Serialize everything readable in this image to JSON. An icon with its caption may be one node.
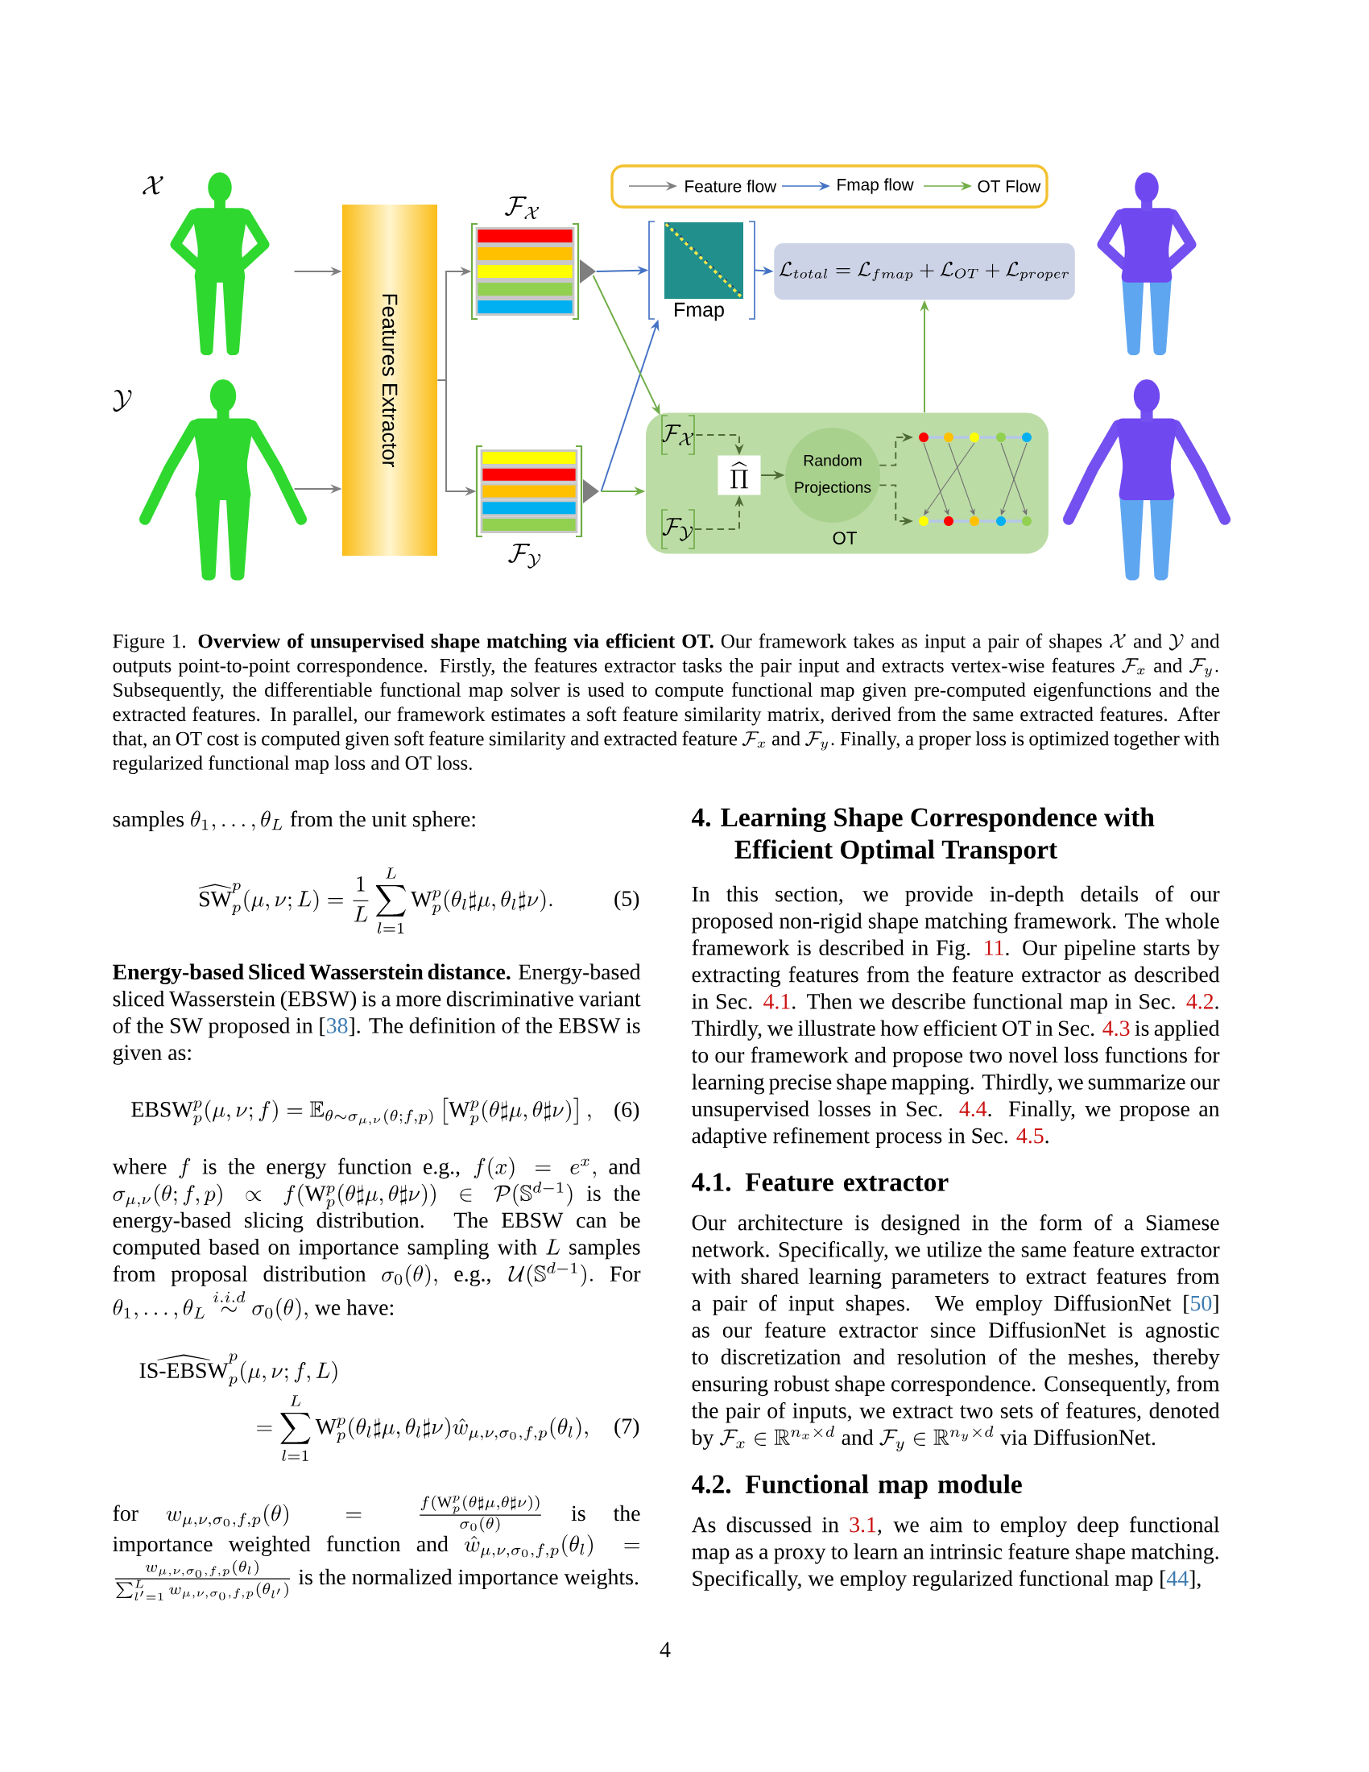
{
  "diagram": {
    "nodes": [
      {
        "text": [],
        "shape": "picture",
        "beside": [
          "\\mathcal{X}"
        ]
      },
      {
        "text": [],
        "shape": "picture",
        "beside": [
          "\\mathcal{Y}"
        ]
      },
      {
        "text": [
          "Features Extractor"
        ]
      },
      {
        "text": [
          "\\mathcal{F}_{\\mathcal{X}}"
        ]
      },
      {
        "text": [
          "\\mathcal{F}_{\\mathcal{Y}}"
        ]
      },
      {
        "text": [
          "Fmap"
        ]
      },
      {
        "text": [
          "\\mathcal{L}_{total}=\\mathcal{L}_{fmap}+\\mathcal{L}_{OT}+\\mathcal{L}_{proper}"
        ]
      },
      {
        "text": [
          "OT"
        ]
      },
      {
        "text": [
          "\\mathcal{F}_{\\mathcal{X}}"
        ],
        "in": 7
      },
      {
        "text": [
          "\\mathcal{F}_{\\mathcal{Y}}"
        ],
        "in": 7
      },
      {
        "text": [
          "\\widehat{\\Pi}"
        ],
        "in": 7
      },
      {
        "text": [
          "Random Projections"
        ],
        "in": 7
      },
      {
        "text": [],
        "shape": "picture",
        "in": 7
      }
    ],
    "edges": [
      {
        "from": 0,
        "to": 2,
        "arrow": "to",
        "color": "#7f7f7f"
      },
      {
        "from": 1,
        "to": 2,
        "arrow": "to",
        "color": "#7f7f7f"
      },
      {
        "from": 2,
        "to": 3,
        "arrow": "to",
        "color": "#7f7f7f"
      },
      {
        "from": 2,
        "to": 4,
        "arrow": "to",
        "color": "#7f7f7f"
      },
      {
        "from": 3,
        "to": 5,
        "arrow": "to",
        "color": "#4472c4"
      },
      {
        "from": 4,
        "to": 5,
        "arrow": "to",
        "color": "#4472c4"
      },
      {
        "from": 3,
        "to": 8,
        "arrow": "to",
        "color": "#70ad47"
      },
      {
        "from": 4,
        "to": 7,
        "arrow": "to",
        "color": "#70ad47"
      },
      {
        "from": 5,
        "to": 6,
        "arrow": "to",
        "color": "#4472c4"
      },
      {
        "from": 7,
        "to": 6,
        "arrow": "to",
        "color": "#70ad47"
      },
      {
        "from": 8,
        "to": 10,
        "arrow": "to",
        "style": "dashed",
        "color": "#4f6b35"
      },
      {
        "from": 9,
        "to": 10,
        "arrow": "to",
        "style": "dashed",
        "color": "#4f6b35"
      },
      {
        "from": 10,
        "to": 11,
        "arrow": "to",
        "color": "#4f6b35"
      },
      {
        "from": 11,
        "to": 12,
        "arrow": "to",
        "style": "dashed",
        "color": "#4f6b35"
      },
      {
        "from": 11,
        "to": 12,
        "arrow": "to",
        "style": "dashed",
        "color": "#4f6b35"
      }
    ],
    "legend": [
      {
        "text": "Feature flow"
      },
      {
        "text": "Fmap flow"
      },
      {
        "text": "OT Flow"
      }
    ],
    "labels": [
      "Figure 1. **Overview of unsupervised shape matching via efficient OT.** Our framework takes as input a pair of shapes",
      "\\mathcal{X}",
      "and",
      "\\mathcal{Y}",
      "and outputs point-to-point correspondence. Firstly, the features extractor tasks the pair input and extracts vertex-wise features",
      "\\mathcal{F}_x",
      "and",
      "\\mathcal{F}_y.",
      "Subsequently, the differentiable functional map solver is used to compute functional map given pre-computed eigenfunctions and the extracted features. In parallel, our framework estimates a soft feature similarity matrix, derived from the same extracted features. After that, an OT cost is computed given soft feature similarity and extracted feature",
      "\\mathcal{F}_x",
      "and",
      "\\mathcal{F}_y.",
      "Finally, a proper loss is optimized together with regularized functional map loss and OT loss.",
      "samples",
      "\\theta_1,\\dots,\\theta_L",
      "from the unit sphere:",
      "\\widehat{\\mathrm{SW}}_p^p(\\mu,\\nu;L)=\\frac{1}{L}\\sum_{l=1}^{L}\\mathrm{W}_p^p(\\theta_l\\sharp\\mu,\\theta_l\\sharp\\nu).",
      "(5)",
      "**Energy-based Sliced Wasserstein distance.** Energy-based sliced Wasserstein (EBSW) is a more discriminative variant of the SW proposed in [",
      "38",
      "]. The definition of the EBSW is given as:",
      "\\mathrm{EBSW}_p^p(\\mu,\\nu;f)=\\mathbb{E}_{\\theta\\sim\\sigma_{\\mu,\\nu}(\\theta;f,p)}\\left[\\mathrm{W}_p^p(\\theta\\sharp\\mu,\\theta\\sharp\\nu)\\right],",
      "(6)",
      "where",
      "f",
      "is the energy function e.g.,",
      "f(x)=e^x,",
      "and",
      "\\sigma_{\\mu,\\nu}(\\theta;f,p)\\propto f(\\mathrm{W}_p^p(\\theta\\sharp\\mu,\\theta\\sharp\\nu))\\in\\mathcal{P}(\\mathbb{S}^{d-1})",
      "is the energy-based slicing distribution. The EBSW can be computed based on importance sampling with",
      "L",
      "samples from proposal distribution",
      "\\sigma_0(\\theta),",
      "e.g.,",
      "\\mathcal{U}(\\mathbb{S}^{d-1}).",
      "For",
      "\\theta_1,\\dots,\\theta_L\\overset{i.i.d}{\\sim}\\sigma_0(\\theta),",
      "we have:",
      "\\widehat{\\text{IS-EBSW}}_p^p(\\mu,\\nu;f,L)",
      "=\\sum_{l=1}^{L}\\mathrm{W}_p^p(\\theta_l\\sharp\\mu,\\theta_l\\sharp\\nu)\\hat{w}_{\\mu,\\nu,\\sigma_0,f,p}(\\theta_l),",
      "(7)",
      "for",
      "w_{\\mu,\\nu,\\sigma_0,f,p}(\\theta)=\\frac{f(\\mathrm{W}_p^p(\\theta\\sharp\\mu,\\theta\\sharp\\nu))}{\\sigma_0(\\theta)}",
      "is the importance weighted function and",
      "\\hat{w}_{\\mu,\\nu,\\sigma_0,f,p}(\\theta_l)=",
      "\\frac{w_{\\mu,\\nu,\\sigma_0,f,p}(\\theta_l)}{\\sum_{l'=1}^{L}w_{\\mu,\\nu,\\sigma_0,f,p}(\\theta_{l'})}",
      "is the normalized importance weights.",
      "4. Learning Shape Correspondence with Efficient Optimal Transport",
      "In this section, we provide in-depth details of our proposed non-rigid shape matching framework. The whole framework is described in Fig.",
      "11",
      ". Our pipeline starts by extracting features from the feature extractor as described in Sec.",
      "4.1",
      ". Then we describe functional map in Sec.",
      "4.2",
      ". Thirdly, we illustrate how efficient OT in Sec.",
      "4.3",
      "is applied to our framework and propose two novel loss functions for learning precise shape mapping. Thirdly, we summarize our unsupervised losses in Sec.",
      "4.4",
      ". Finally, we propose an adaptive refinement process in Sec.",
      "4.5",
      ".",
      "4.1. Feature extractor",
      "Our architecture is designed in the form of a Siamese network. Specifically, we utilize the same feature extractor with shared learning parameters to extract features from a pair of input shapes. We employ DiffusionNet [",
      "50",
      "] as our feature extractor since DiffusionNet is agnostic to discretization and resolution of the meshes, thereby ensuring robust shape correspondence. Consequently, from the pair of inputs, we extract two sets of features, denoted by",
      "\\mathcal{F}_x\\in\\mathbb{R}^{n_x\\times d}",
      "and",
      "\\mathcal{F}_y\\in\\mathbb{R}^{n_y\\times d}",
      "via DiffusionNet.",
      "4.2. Functional map module",
      "As discussed in",
      "3.1",
      ", we aim to employ deep functional map as a proxy to learn an intrinsic feature shape matching. Specifically, we employ regularized functional map [",
      "44",
      "],",
      "4"
    ]
  }
}
